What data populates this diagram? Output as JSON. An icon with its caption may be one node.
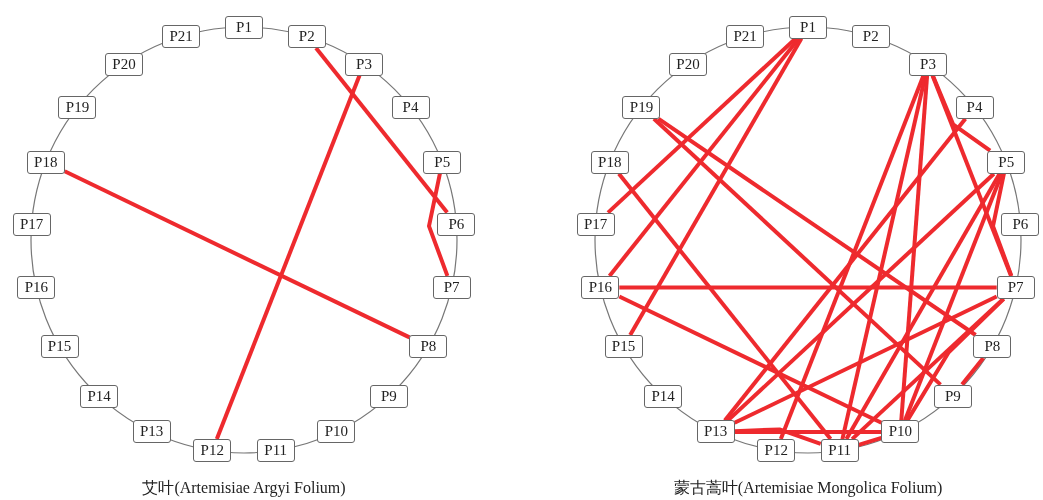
{
  "diagram": {
    "nodes": [
      {
        "text": [
          "P1"
        ]
      },
      {
        "text": [
          "P2"
        ]
      },
      {
        "text": [
          "P3"
        ]
      },
      {
        "text": [
          "P4"
        ]
      },
      {
        "text": [
          "P5"
        ]
      },
      {
        "text": [
          "P6"
        ]
      },
      {
        "text": [
          "P7"
        ]
      },
      {
        "text": [
          "P8"
        ]
      },
      {
        "text": [
          "P9"
        ]
      },
      {
        "text": [
          "P10"
        ]
      },
      {
        "text": [
          "P11"
        ]
      },
      {
        "text": [
          "P12"
        ]
      },
      {
        "text": [
          "P13"
        ]
      },
      {
        "text": [
          "P14"
        ]
      },
      {
        "text": [
          "P15"
        ]
      },
      {
        "text": [
          "P16"
        ]
      },
      {
        "text": [
          "P17"
        ]
      },
      {
        "text": [
          "P18"
        ]
      },
      {
        "text": [
          "P19"
        ]
      },
      {
        "text": [
          "P20"
        ]
      },
      {
        "text": [
          "P21"
        ]
      },
      {
        "text": [
          "P1"
        ]
      },
      {
        "text": [
          "P2"
        ]
      },
      {
        "text": [
          "P3"
        ]
      },
      {
        "text": [
          "P4"
        ]
      },
      {
        "text": [
          "P5"
        ]
      },
      {
        "text": [
          "P6"
        ]
      },
      {
        "text": [
          "P7"
        ]
      },
      {
        "text": [
          "P8"
        ]
      },
      {
        "text": [
          "P9"
        ]
      },
      {
        "text": [
          "P10"
        ]
      },
      {
        "text": [
          "P11"
        ]
      },
      {
        "text": [
          "P12"
        ]
      },
      {
        "text": [
          "P13"
        ]
      },
      {
        "text": [
          "P14"
        ]
      },
      {
        "text": [
          "P15"
        ]
      },
      {
        "text": [
          "P16"
        ]
      },
      {
        "text": [
          "P17"
        ]
      },
      {
        "text": [
          "P18"
        ]
      },
      {
        "text": [
          "P19"
        ]
      },
      {
        "text": [
          "P20"
        ]
      },
      {
        "text": [
          "P21"
        ]
      }
    ],
    "edges": [
      {
        "from": 1,
        "to": 5,
        "arrow": "none"
      },
      {
        "from": 2,
        "to": 11,
        "arrow": "none"
      },
      {
        "from": 17,
        "to": 7,
        "arrow": "none"
      },
      {
        "from": 4,
        "to": 6,
        "arrow": "none"
      },
      {
        "from": 21,
        "to": 37,
        "arrow": "none"
      },
      {
        "from": 21,
        "to": 36,
        "arrow": "none"
      },
      {
        "from": 21,
        "to": 35,
        "arrow": "none"
      },
      {
        "from": 39,
        "to": 28,
        "arrow": "none"
      },
      {
        "from": 39,
        "to": 29,
        "arrow": "none"
      },
      {
        "from": 38,
        "to": 31,
        "arrow": "none"
      },
      {
        "from": 23,
        "to": 25,
        "arrow": "none"
      },
      {
        "from": 23,
        "to": 27,
        "arrow": "none"
      },
      {
        "from": 23,
        "to": 32,
        "arrow": "none"
      },
      {
        "from": 23,
        "to": 31,
        "arrow": "none"
      },
      {
        "from": 23,
        "to": 30,
        "arrow": "none"
      },
      {
        "from": 24,
        "to": 33,
        "arrow": "none"
      },
      {
        "from": 25,
        "to": 33,
        "arrow": "none"
      },
      {
        "from": 25,
        "to": 31,
        "arrow": "none"
      },
      {
        "from": 25,
        "to": 30,
        "arrow": "none"
      },
      {
        "from": 25,
        "to": 27,
        "arrow": "none"
      },
      {
        "from": 36,
        "to": 27,
        "arrow": "none"
      },
      {
        "from": 36,
        "to": 30,
        "arrow": "none"
      },
      {
        "from": 27,
        "to": 33,
        "arrow": "none"
      },
      {
        "from": 27,
        "to": 31,
        "arrow": "none"
      },
      {
        "from": 27,
        "to": 30,
        "arrow": "none"
      },
      {
        "from": 33,
        "to": 30,
        "arrow": "none"
      },
      {
        "from": 33,
        "to": 31,
        "arrow": "none"
      },
      {
        "from": 31,
        "to": 30,
        "arrow": "none"
      },
      {
        "from": 28,
        "to": 29,
        "arrow": "none"
      }
    ],
    "labels": [
      "艾叶(Artemisiae Argyi Folium)",
      "蒙古蒿叶(Artemisiae Mongolica Folium)"
    ]
  }
}
